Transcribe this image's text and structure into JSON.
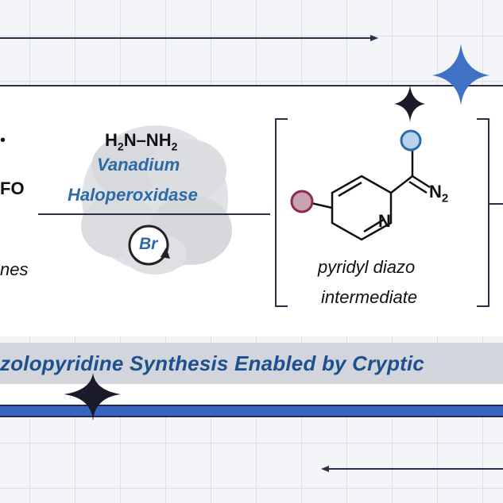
{
  "colors": {
    "navy": "#2b2e4a",
    "blue": "#2d6aa8",
    "bar_blue": "#3a63c0",
    "node_blue": "#b9d3ea",
    "node_red": "#c8a2b3",
    "title_band": "#d2d6dc"
  },
  "left_fragments": {
    "line1": "•",
    "line2": "FO",
    "line3": "nes"
  },
  "reagent": {
    "formula_a": "H",
    "formula_a_sub": "2",
    "formula_b": "N–NH",
    "formula_b_sub": "2",
    "enzyme_line1": "Vanadium",
    "enzyme_line2": "Haloperoxidase",
    "cofactor": "Br"
  },
  "intermediate": {
    "atom_n_ring": "N",
    "atom_n2": "N",
    "atom_n2_sub": "2",
    "caption_line1": "pyridyl diazo",
    "caption_line2": "intermediate"
  },
  "title": "zolopyridine Synthesis Enabled by Cryptic"
}
